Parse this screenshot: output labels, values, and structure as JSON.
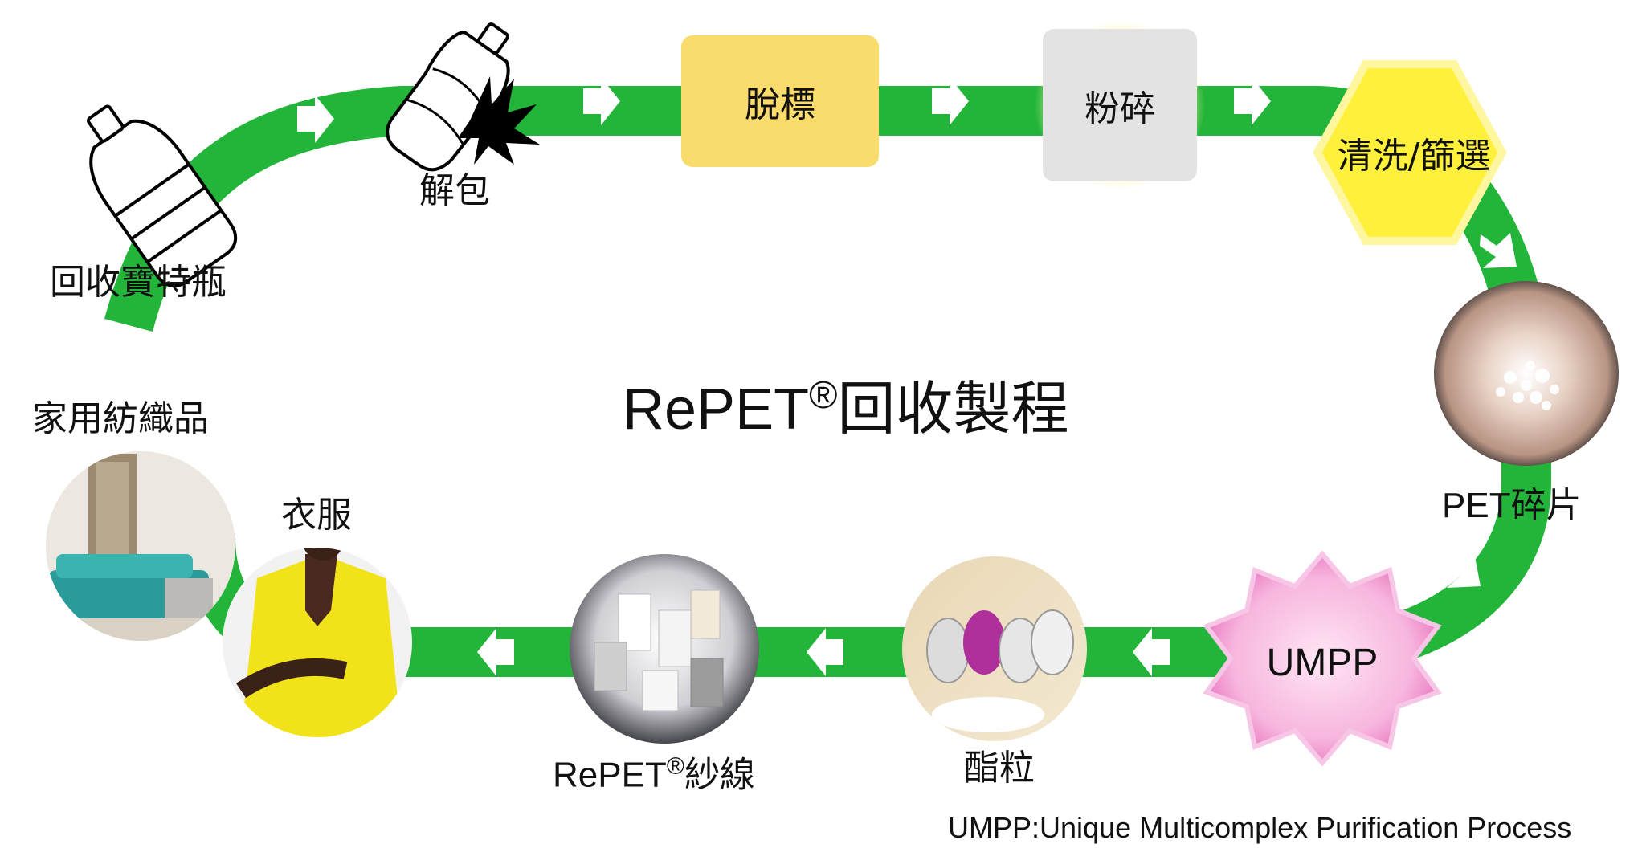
{
  "title": {
    "main": "RePET",
    "reg": "®",
    "suffix": "回收製程"
  },
  "steps": {
    "recycle_bottles": "回收寶特瓶",
    "unpack": "解包",
    "delabel": "脫標",
    "crush": "粉碎",
    "wash_sieve": "清洗/篩選",
    "pet_flakes": "PET碎片",
    "umpp": "UMPP",
    "chips": "酯粒",
    "yarn_main": "RePET",
    "yarn_reg": "®",
    "yarn_suffix": "紗線",
    "clothing": "衣服",
    "home_textiles": "家用紡織品"
  },
  "footnote": "UMPP:Unique Multicomplex Purification Process",
  "colors": {
    "loop_green": "#22B53A",
    "arrow_white": "#ffffff",
    "delabel_box": "#FADC6E",
    "crush_box": "#E3E3E3",
    "wash_hexagon": "#FFF03C",
    "umpp_star": "#F7A8D8",
    "clothing_yellow": "#F2E21A"
  },
  "icons": [
    "bottle-icon",
    "broken-bottle-icon",
    "flakes-photo",
    "pellets-photo",
    "yarn-spools-photo",
    "jacket-photo",
    "sofa-room-photo"
  ]
}
